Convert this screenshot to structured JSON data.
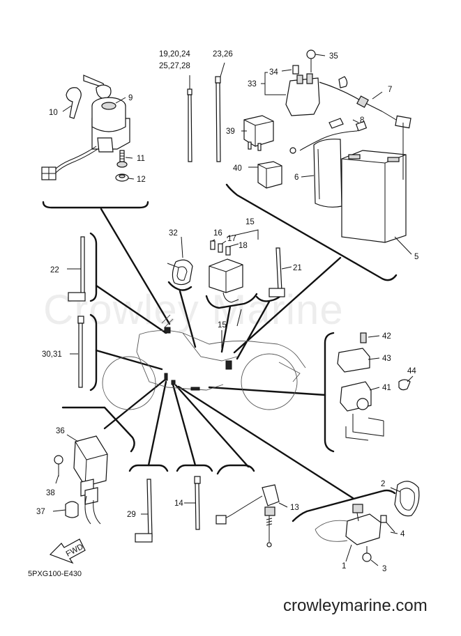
{
  "watermark": "Crowley Marine",
  "website": "crowleymarine.com",
  "diagram_code": "5PXG100-E430",
  "fwd_label": "FWD",
  "callouts": {
    "c1": "1",
    "c2": "2",
    "c3": "3",
    "c4": "4",
    "c5": "5",
    "c6": "6",
    "c7": "7",
    "c8": "8",
    "c9": "9",
    "c10": "10",
    "c11": "11",
    "c12": "12",
    "c13": "13",
    "c14": "14",
    "c15a": "15",
    "c15b": "15",
    "c16": "16",
    "c17": "17",
    "c18": "18",
    "c19_24": "19,20,24",
    "c25_28": "25,27,28",
    "c23_26": "23,26",
    "c21": "21",
    "c22": "22",
    "c29": "29",
    "c30_31": "30,31",
    "c32": "32",
    "c33": "33",
    "c34": "34",
    "c35": "35",
    "c36": "36",
    "c37": "37",
    "c38": "38",
    "c39": "39",
    "c40": "40",
    "c41": "41",
    "c42": "42",
    "c43": "43",
    "c44": "44"
  }
}
